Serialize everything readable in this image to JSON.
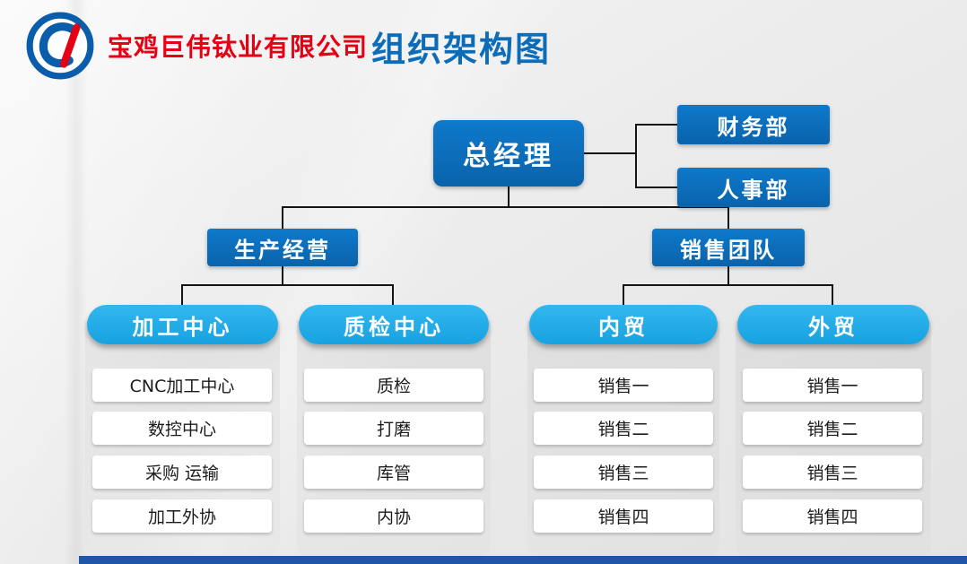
{
  "header": {
    "company": "宝鸡巨伟钛业有限公司",
    "title": "组织架构图"
  },
  "nodes": {
    "root": "总经理",
    "finance": "财务部",
    "hr": "人事部",
    "production": "生产经营",
    "sales_team": "销售团队"
  },
  "columns": [
    {
      "header": "加工中心",
      "items": [
        "CNC加工中心",
        "数控中心",
        "采购 运输",
        "加工外协"
      ]
    },
    {
      "header": "质检中心",
      "items": [
        "质检",
        "打磨",
        "库管",
        "内协"
      ]
    },
    {
      "header": "内贸",
      "items": [
        "销售一",
        "销售二",
        "销售三",
        "销售四"
      ]
    },
    {
      "header": "外贸",
      "items": [
        "销售一",
        "销售二",
        "销售三",
        "销售四"
      ]
    }
  ],
  "colors": {
    "dark_blue": "#0a63ab",
    "light_blue": "#17a2e0",
    "red": "#e60013",
    "title_blue": "#0d6cb8",
    "footer_blue": "#1e55a6"
  }
}
